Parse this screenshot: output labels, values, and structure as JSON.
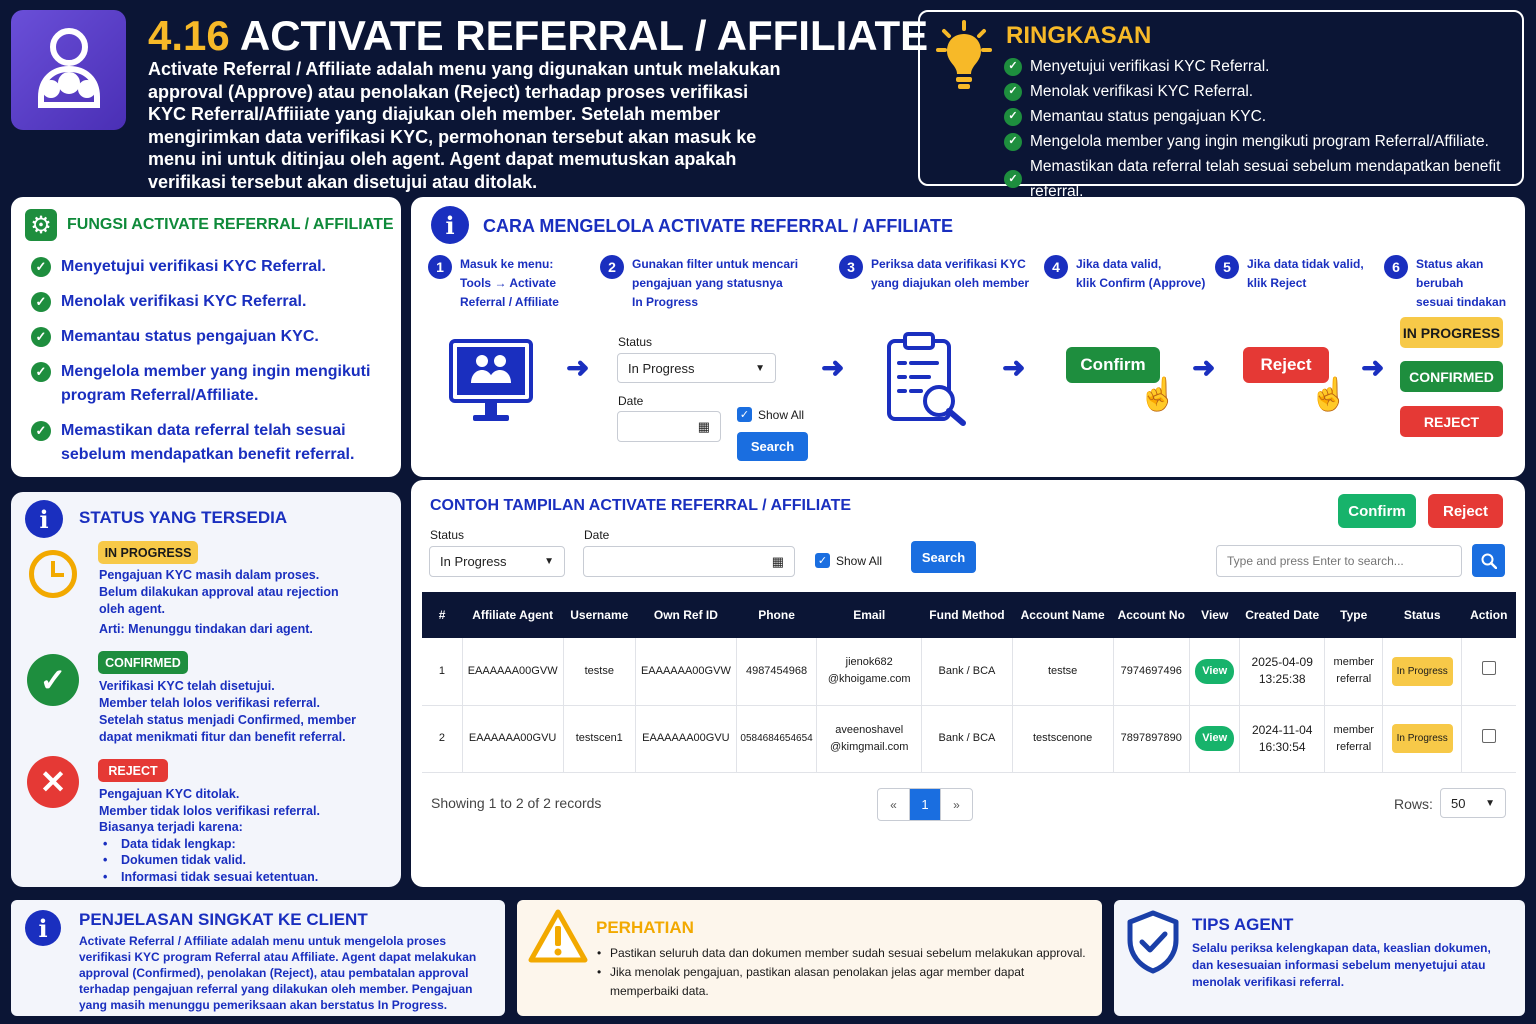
{
  "header": {
    "number": "4.16",
    "title": "ACTIVATE REFERRAL / AFFILIATE",
    "desc": [
      "Activate Referral / Affiliate adalah menu yang digunakan untuk melakukan",
      "approval (Approve) atau penolakan (Reject) terhadap proses verifikasi",
      "KYC Referral/Affiiiate yang diajukan oleh member. Setelah member",
      "mengirimkan data verifikasi KYC, permohonan tersebut akan masuk ke",
      "menu ini untuk ditinjau oleh agent. Agent dapat memutuskan apakah",
      "verifikasi tersebut akan disetujui atau ditolak."
    ]
  },
  "ringkasan": {
    "title": "RINGKASAN",
    "items": [
      "Menyetujui verifikasi KYC Referral.",
      "Menolak verifikasi KYC Referral.",
      "Memantau status pengajuan KYC.",
      "Mengelola member yang ingin mengikuti program Referral/Affiliate.",
      "Memastikan data referral telah sesuai sebelum mendapatkan benefit referral."
    ]
  },
  "fungsi": {
    "title": "FUNGSI ACTIVATE REFERRAL / AFFILIATE",
    "items": [
      [
        "Menyetujui verifikasi KYC Referral."
      ],
      [
        "Menolak verifikasi KYC Referral."
      ],
      [
        "Memantau status pengajuan KYC."
      ],
      [
        "Mengelola member yang ingin mengikuti",
        "program Referral/Affiliate."
      ],
      [
        "Memastikan data referral telah sesuai",
        "sebelum mendapatkan benefit referral."
      ]
    ]
  },
  "cara": {
    "title": "CARA MENGELOLA ACTIVATE REFERRAL / AFFILIATE",
    "steps": [
      {
        "n": "1",
        "lines": [
          "Masuk ke menu:",
          "Tools → Activate",
          "Referral / Affiliate"
        ]
      },
      {
        "n": "2",
        "lines": [
          "Gunakan filter untuk mencari",
          "pengajuan yang statusnya",
          "In Progress"
        ]
      },
      {
        "n": "3",
        "lines": [
          "Periksa data verifikasi KYC",
          "yang diajukan oleh member"
        ]
      },
      {
        "n": "4",
        "lines": [
          "Jika data valid,",
          "klik Confirm (Approve)"
        ]
      },
      {
        "n": "5",
        "lines": [
          "Jika data tidak valid,",
          "klik Reject"
        ]
      },
      {
        "n": "6",
        "lines": [
          "Status akan berubah",
          "sesuai tindakan"
        ]
      }
    ],
    "status_label": "Status",
    "status_value": "In Progress",
    "date_label": "Date",
    "show_all": "Show All",
    "search": "Search",
    "confirm": "Confirm",
    "reject": "Reject",
    "result_badges": [
      "IN PROGRESS",
      "CONFIRMED",
      "REJECT"
    ]
  },
  "status": {
    "title": "STATUS YANG TERSEDIA",
    "items": [
      {
        "badge": "IN PROGRESS",
        "lines": [
          "Pengajuan KYC masih dalam proses.",
          "Belum dilakukan approval atau rejection",
          "oleh agent."
        ],
        "extra": "Arti: Menunggu tindakan dari agent."
      },
      {
        "badge": "CONFIRMED",
        "lines": [
          "Verifikasi KYC telah disetujui.",
          "Member telah lolos verifikasi referral.",
          "Setelah status menjadi Confirmed, member",
          "dapat menikmati fitur dan benefit referral."
        ]
      },
      {
        "badge": "REJECT",
        "lines": [
          "Pengajuan KYC ditolak.",
          "Member tidak lolos verifikasi referral.",
          "Biasanya terjadi karena:"
        ],
        "bullets": [
          "Data tidak lengkap:",
          "Dokumen tidak valid.",
          "Informasi tidak sesuai ketentuan."
        ]
      }
    ]
  },
  "contoh": {
    "title": "CONTOH TAMPILAN ACTIVATE REFERRAL / AFFILIATE",
    "confirm": "Confirm",
    "reject": "Reject",
    "status_label": "Status",
    "status_value": "In Progress",
    "date_label": "Date",
    "show_all": "Show All",
    "search": "Search",
    "search_placeholder": "Type and press Enter to search...",
    "columns": [
      "#",
      "Affiliate Agent",
      "Username",
      "Own Ref ID",
      "Phone",
      "Email",
      "Fund Method",
      "Account Name",
      "Account No",
      "View",
      "Created Date",
      "Type",
      "Status",
      "Action"
    ],
    "rows": [
      {
        "no": "1",
        "agent": "EAAAAAA00GVW",
        "username": "testse",
        "ref": "EAAAAAA00GVW",
        "phone": "4987454968",
        "email": [
          "jienok682",
          "@khoigame.com"
        ],
        "fund": "Bank / BCA",
        "accname": "testse",
        "accno": "7974697496",
        "view": "View",
        "date": [
          "2025-04-09",
          "13:25:38"
        ],
        "type": [
          "member",
          "referral"
        ],
        "status": "In Progress"
      },
      {
        "no": "2",
        "agent": "EAAAAAA00GVU",
        "username": "testscen1",
        "ref": "EAAAAAA00GVU",
        "phone": "0584684654654",
        "email": [
          "aveenoshavel",
          "@kimgmail.com"
        ],
        "fund": "Bank / BCA",
        "accname": "testscenone",
        "accno": "7897897890",
        "view": "View",
        "date": [
          "2024-11-04",
          "16:30:54"
        ],
        "type": [
          "member",
          "referral"
        ],
        "status": "In Progress"
      }
    ],
    "showing": "Showing 1 to 2 of 2 records",
    "page_prev": "«",
    "page_current": "1",
    "page_next": "»",
    "rows_label": "Rows:",
    "rows_value": "50"
  },
  "penjelasan": {
    "title": "PENJELASAN SINGKAT KE CLIENT",
    "lines": [
      "Activate Referral / Affiliate adalah menu untuk mengelola proses",
      "verifikasi KYC program Referral atau Affiliate. Agent dapat melakukan",
      "approval (Confirmed), penolakan (Reject), atau pembatalan approval",
      "terhadap pengajuan referral yang dilakukan oleh member. Pengajuan",
      "yang masih menunggu pemeriksaan akan berstatus In Progress."
    ]
  },
  "perhatian": {
    "title": "PERHATIAN",
    "items": [
      [
        "Pastikan seluruh data dan dokumen member sudah sesuai sebelum melakukan approval."
      ],
      [
        "Jika menolak pengajuan, pastikan alasan penolakan jelas agar member dapat",
        "memperbaiki data."
      ]
    ]
  },
  "tips": {
    "title": "TIPS AGENT",
    "lines": [
      "Selalu periksa kelengkapan data, keaslian dokumen,",
      "dan kesesuaian informasi sebelum menyetujui atau",
      "menolak verifikasi referral."
    ]
  },
  "colors": {
    "navy": "#0b1535",
    "primary": "#1a2fbf",
    "green": "#1e8e3e",
    "red": "#e53935",
    "yellow": "#f7c948",
    "purple": "#5b3fc4"
  }
}
